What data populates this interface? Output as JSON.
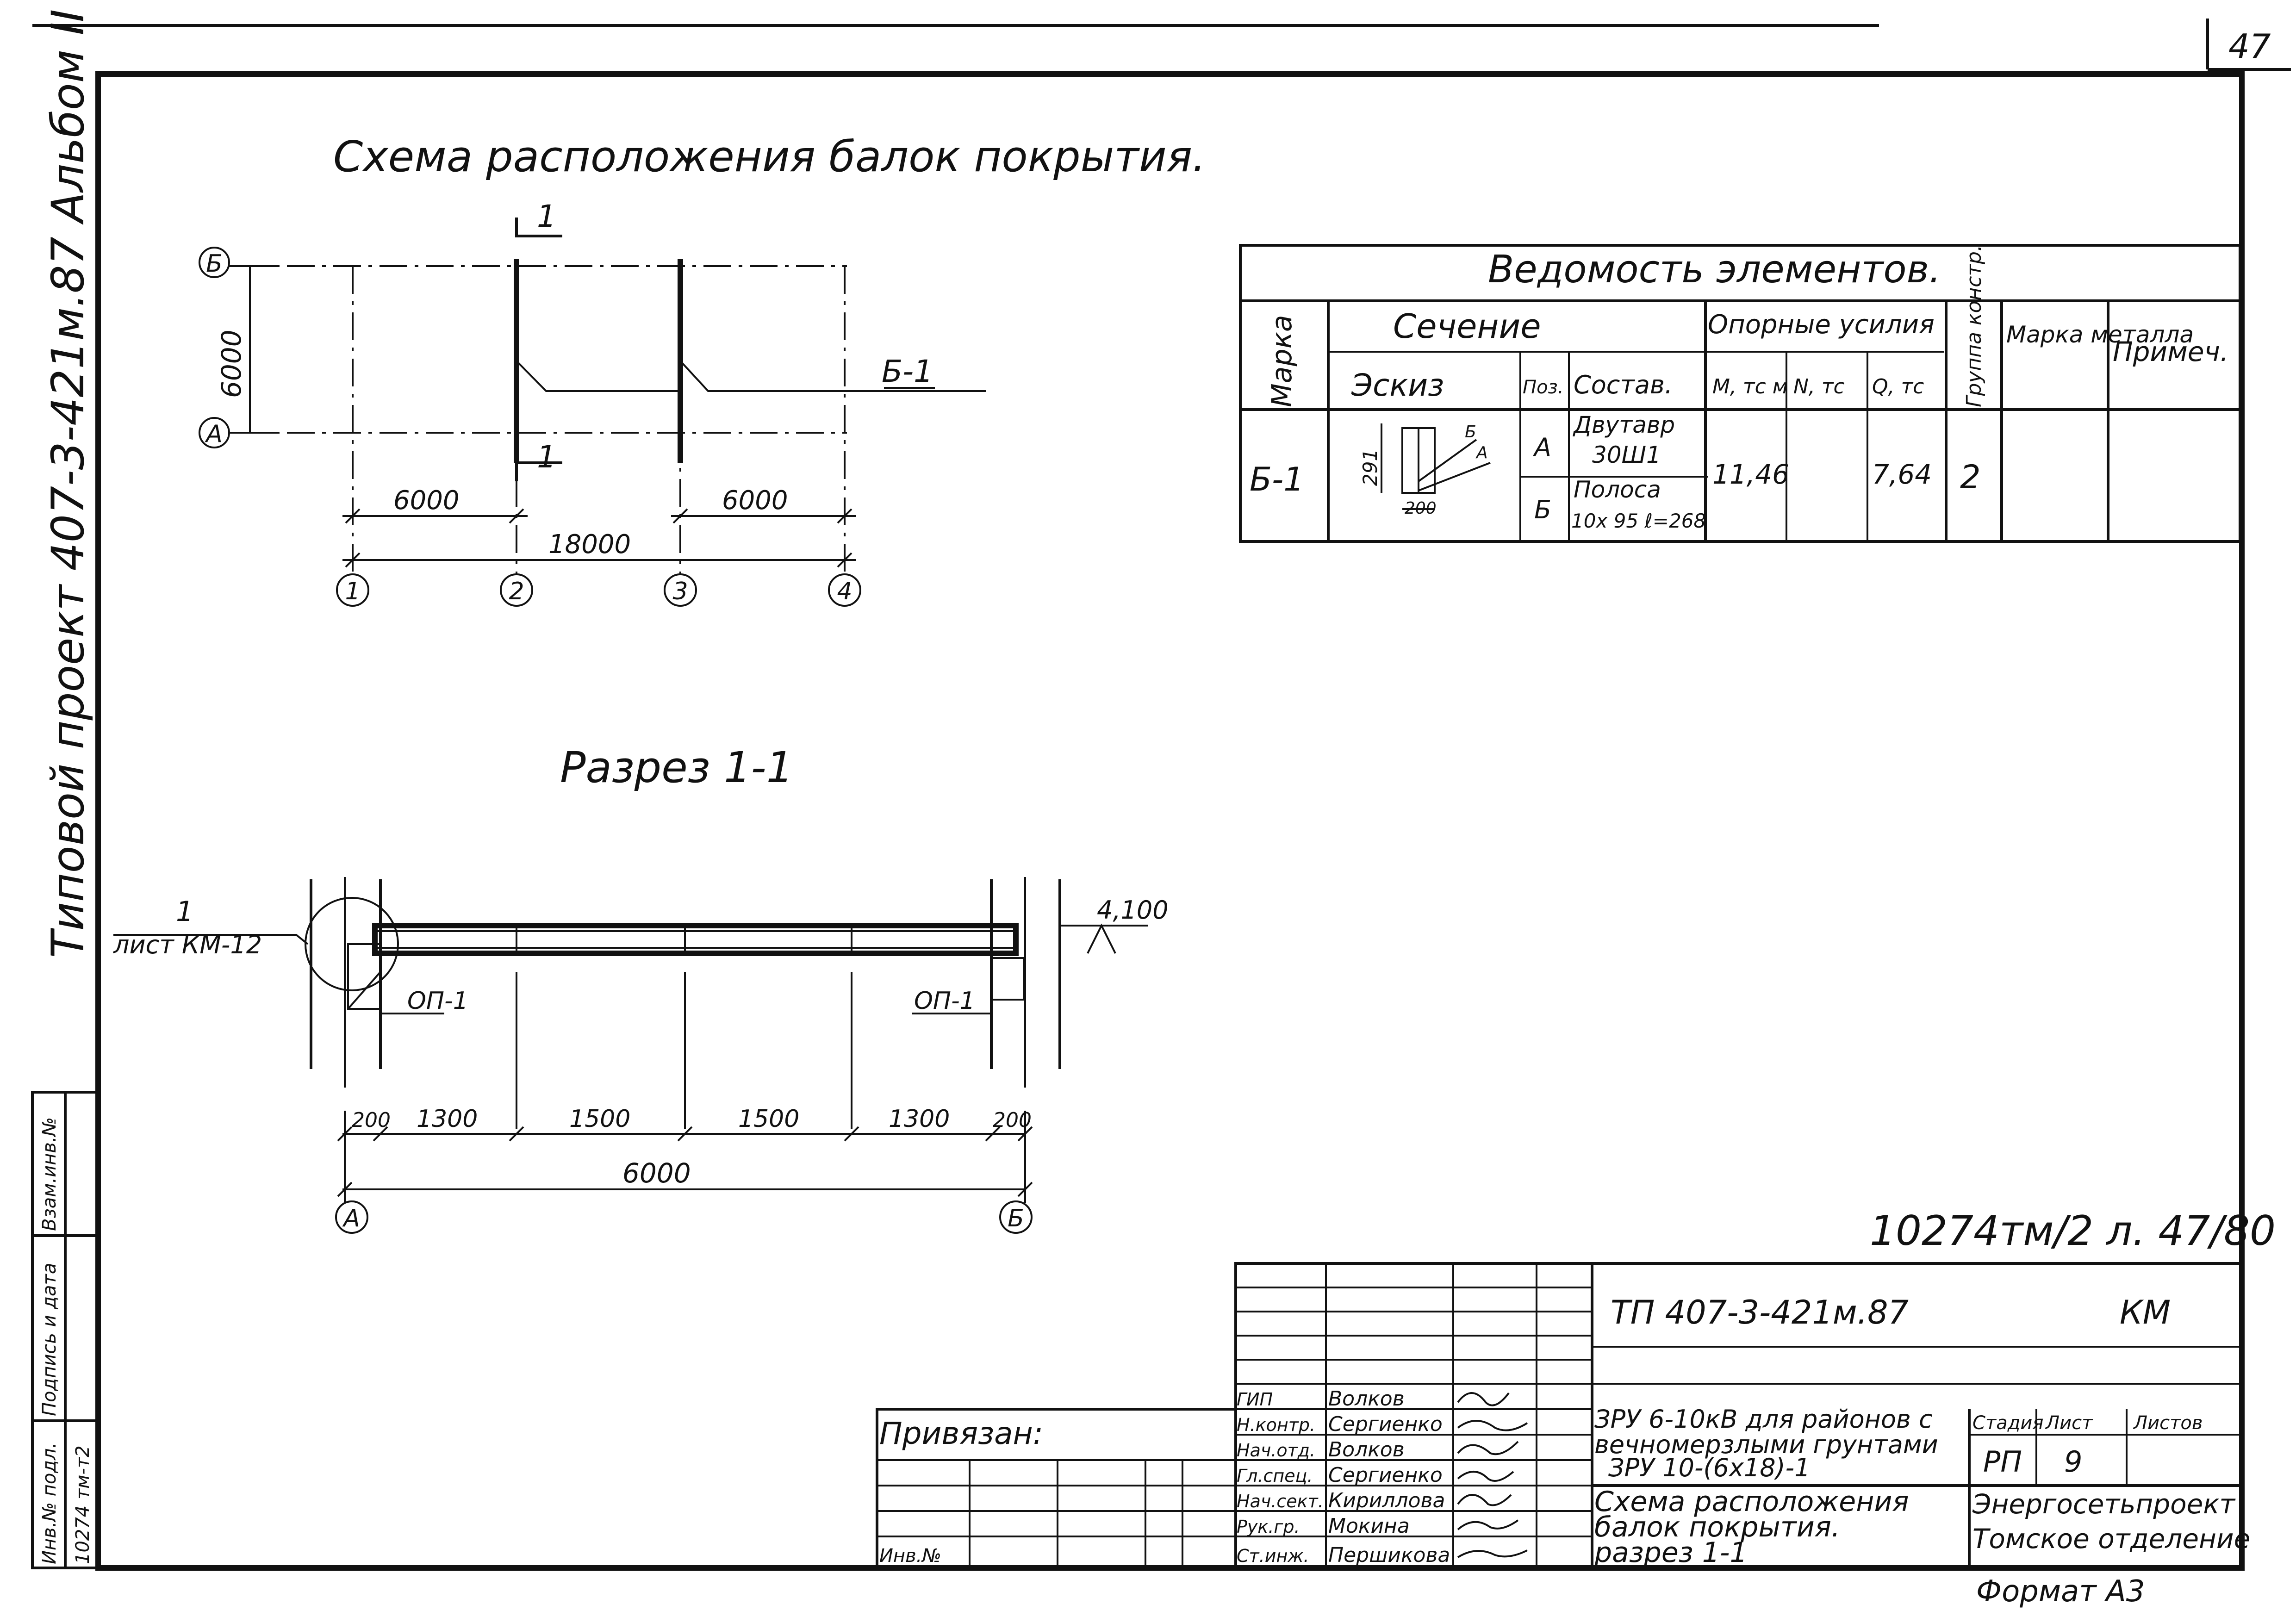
{
  "sheet_number": "47",
  "plan": {
    "title": "Схема расположения балок покрытия.",
    "axis_rows": [
      "Б",
      "А"
    ],
    "axis_cols": [
      "1",
      "2",
      "3",
      "4"
    ],
    "dim_vertical": "6000",
    "dim_left": "6000",
    "dim_right": "6000",
    "dim_total": "18000",
    "section_mark": "1",
    "beam_label": "Б-1"
  },
  "section": {
    "title": "Разрез 1-1",
    "callout_num": "1",
    "callout_ref": "лист КМ-12",
    "elevation": "4,100",
    "support_left": "ОП-1",
    "support_right": "ОП-1",
    "dims": [
      "200",
      "1300",
      "1500",
      "1500",
      "1300",
      "200"
    ],
    "dim_total": "6000",
    "axis_left": "А",
    "axis_right": "Б"
  },
  "spec_table": {
    "title": "Ведомость элементов.",
    "h_marka": "Марка",
    "h_sechenie": "Сечение",
    "h_opornye": "Опорные усилия",
    "h_gruppa": "Группа констр.",
    "h_marka_met": "Марка металла",
    "h_primech": "Примеч.",
    "h_eskiz": "Эскиз",
    "h_poz": "Поз.",
    "h_sostav": "Состав.",
    "h_M": "M, тс м",
    "h_N": "N, тс",
    "h_Q": "Q, тс",
    "row": {
      "marka": "Б-1",
      "sketch_h": "291",
      "sketch_w": "200",
      "sketch_b": "Б",
      "sketch_a": "А",
      "poz_a": "А",
      "sostav_a_1": "Двутавр",
      "sostav_a_2": "30Ш1",
      "poz_b": "Б",
      "sostav_b_1": "Полоса",
      "sostav_b_2": "10х 95 ℓ=268",
      "M": "11,46",
      "N": "",
      "Q": "7,64",
      "gruppa": "2",
      "marka_met": "",
      "primech": ""
    }
  },
  "doc_code": "10274тм/2 л. 47/80",
  "left_margin": {
    "vertical_title": "Типовой проект 407-3-421м.87 Альбом II",
    "inv_label": "Инв.№ подл.",
    "sign_label": "Подпись и дата",
    "vzam_label": "Взам.инв.№",
    "inv_value": "10274 тм-т2"
  },
  "stamp": {
    "code": "ТП   407-3-421м.87",
    "km": "КМ",
    "privyazan": "Привязан:",
    "inv_no": "Инв.№",
    "roles": [
      "ГИП",
      "Н.контр.",
      "Нач.отд.",
      "Гл.спец.",
      "Нач.сект.",
      "Рук.гр.",
      "Ст.инж."
    ],
    "names": [
      "Волков",
      "Сергиенко",
      "Волков",
      "Сергиенко",
      "Кириллова",
      "Мокина",
      "Першикова"
    ],
    "project_line1": "ЗРУ 6-10кВ для районов с",
    "project_line2": "вечномерзлыми грунтами",
    "project_line3": "ЗРУ 10-(6х18)-1",
    "sheet_line1": "Схема расположения",
    "sheet_line2": "балок покрытия.",
    "sheet_line3": "разрез 1-1",
    "h_stadia": "Стадия",
    "h_list": "Лист",
    "h_listov": "Листов",
    "stadia": "РП",
    "list": "9",
    "listov": "",
    "org_line1": "Энергосетьпроект",
    "org_line2": "Томское отделение",
    "format": "Формат А3"
  }
}
